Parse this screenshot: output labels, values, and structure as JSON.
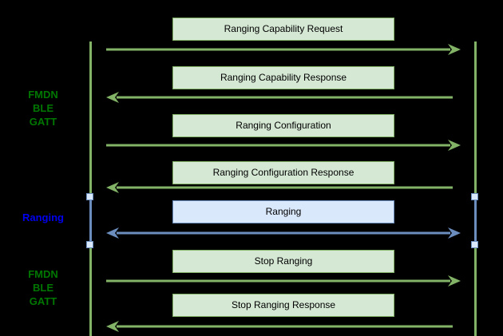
{
  "diagram_type": "sequence-diagram",
  "phases": [
    {
      "id": "fmdn-ble-gatt-top",
      "lines": [
        "FMDN",
        "BLE",
        "GATT"
      ],
      "color": "#007700"
    },
    {
      "id": "ranging",
      "label": "Ranging",
      "color": "#0000ee"
    },
    {
      "id": "fmdn-ble-gatt-bottom",
      "lines": [
        "FMDN",
        "BLE",
        "GATT"
      ],
      "color": "#007700"
    }
  ],
  "messages": [
    {
      "label": "Ranging Capability Request",
      "direction": "right",
      "color_scheme": "green"
    },
    {
      "label": "Ranging Capability Response",
      "direction": "left",
      "color_scheme": "green"
    },
    {
      "label": "Ranging Configuration",
      "direction": "right",
      "color_scheme": "green"
    },
    {
      "label": "Ranging Configuration Response",
      "direction": "left",
      "color_scheme": "green"
    },
    {
      "label": "Ranging",
      "direction": "both",
      "color_scheme": "blue"
    },
    {
      "label": "Stop Ranging",
      "direction": "right",
      "color_scheme": "green"
    },
    {
      "label": "Stop Ranging Response",
      "direction": "left",
      "color_scheme": "green"
    }
  ],
  "lifelines": {
    "count": 2,
    "ranging_segment_markers_per_line": 2
  },
  "colors": {
    "background": "#000000",
    "green_fill": "#d5e8d4",
    "green_stroke": "#82b366",
    "blue_fill": "#dae8fc",
    "blue_stroke": "#6c8ebf",
    "phase_green_text": "#007700",
    "phase_blue_text": "#0000ee",
    "message_text": "#000000"
  }
}
